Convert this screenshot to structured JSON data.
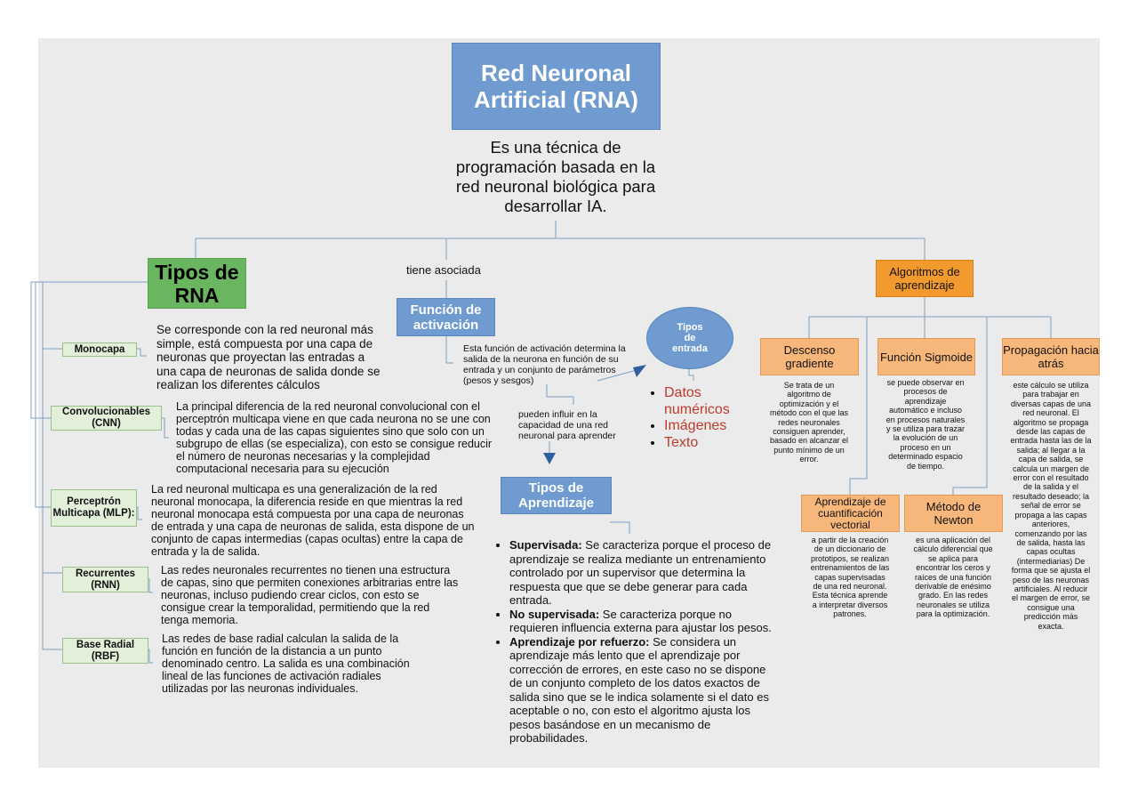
{
  "title": "Red Neuronal Artificial (RNA)",
  "description": "Es una técnica de programación basada en la red neuronal biológica para desarrollar IA.",
  "tipos": {
    "title": "Tipos de RNA",
    "items": [
      {
        "label": "Monocapa",
        "desc": "Se corresponde con la red neuronal más simple, está compuesta por una capa de neuronas que proyectan las entradas a una capa de neuronas de salida donde se realizan los diferentes cálculos"
      },
      {
        "label": "Convolucionables (CNN)",
        "desc": "La principal diferencia de la red neuronal convolucional con el perceptrón multicapa viene en que cada neurona no se une con todas y cada una de las capas siguientes sino que solo con un subgrupo de ellas (se especializa), con esto se consigue reducir el número de neuronas necesarias y la complejidad computacional necesaria para su ejecución"
      },
      {
        "label": "Perceptrón Multicapa (MLP):",
        "desc": "La red neuronal multicapa es una generalización de la red neuronal monocapa, la diferencia reside en que mientras la red neuronal monocapa está compuesta por una capa de neuronas de entrada y una capa de neuronas de salida, esta dispone de un conjunto de capas intermedias (capas ocultas) entre la capa de entrada y la de salida."
      },
      {
        "label": "Recurrentes (RNN)",
        "desc": "Las redes neuronales recurrentes no tienen una estructura de capas, sino que permiten conexiones arbitrarias entre las neuronas, incluso pudiendo crear ciclos, con esto se consigue crear la temporalidad, permitiendo que la red tenga memoria."
      },
      {
        "label": "Base Radial (RBF)",
        "desc": "Las redes de base radial calculan la salida de la función en función de la distancia a un punto denominado centro. La salida es una combinación lineal de las funciones de activación radiales utilizadas por las neuronas individuales."
      }
    ]
  },
  "activacion": {
    "connector": "tiene asociada",
    "title": "Función de activación",
    "desc": "Esta función de activación determina la salida de la neurona en función de su entrada y un conjunto de parámetros (pesos y sesgos)",
    "influence": "pueden influir en la capacidad de una red neuronal para aprender"
  },
  "entrada": {
    "title": "Tipos de entrada",
    "items": [
      "Datos numéricos",
      "Imágenes",
      "Texto"
    ]
  },
  "aprendizaje": {
    "title": "Tipos de Aprendizaje",
    "items": [
      {
        "term": "Supervisada:",
        "text": " Se caracteriza porque el proceso de aprendizaje se realiza mediante un entrenamiento controlado por un supervisor que determina la respuesta que que se debe generar para cada entrada."
      },
      {
        "term": "No supervisada:",
        "text": " Se caracteriza porque no requieren influencia externa para ajustar los pesos."
      },
      {
        "term": "Aprendizaje por refuerzo:",
        "text": " Se considera un aprendizaje más lento que el aprendizaje por corrección de errores, en este caso no se dispone de un conjunto completo de los datos exactos de salida sino que se le indica solamente si el dato es aceptable o no, con esto el algoritmo ajusta los pesos basándose en un mecanismo de probabilidades."
      }
    ]
  },
  "algoritmos": {
    "title": "Algoritmos de aprendizaje",
    "items": [
      {
        "label": "Descenso gradiente",
        "desc": "Se trata de un algoritmo de optimización y el método con el que las redes neuronales consiguen aprender, basado en alcanzar el punto mínimo de un error."
      },
      {
        "label": "Función Sigmoide",
        "desc": "se puede observar en procesos de aprendizaje automático e incluso en procesos naturales y se utiliza para trazar la evolución de un proceso en un determinado espacio de tiempo."
      },
      {
        "label": "Propagación hacia atrás",
        "desc": "este cálculo se utiliza para trabajar en diversas capas de una red neuronal. El algoritmo se propaga desde las capas de entrada hasta las de la salida; al llegar a la capa de salida, se calcula un margen de error con el resultado de la salida y el resultado deseado; la señal de error se propaga a las capas anteriores, comenzando por las de salida, hasta las capas ocultas (intermediarias) De forma que se ajusta el peso de las neuronas artificiales. Al reducir el margen de error, se consigue una predicción más exacta."
      },
      {
        "label": "Aprendizaje de cuantificación vectorial",
        "desc": "a partir de la creación de un diccionario de prototipos, se realizan entrenamientos de las capas supervisadas de una red neuronal. Esta técnica aprende a interpretar diversos patrones."
      },
      {
        "label": "Método de Newton",
        "desc": "es una aplicación del cálculo diferencial que se aplica para encontrar los ceros y raíces de una función derivable de enésimo grado. En las redes neuronales se utiliza para la optimización."
      }
    ]
  },
  "colors": {
    "blue": "#6f9bd0",
    "green": "#6ab560",
    "light_green": "#e2efd9",
    "orange": "#f8b77a",
    "orange_dark": "#f39a2e",
    "red_text": "#c0392b",
    "background": "#ebebeb"
  }
}
